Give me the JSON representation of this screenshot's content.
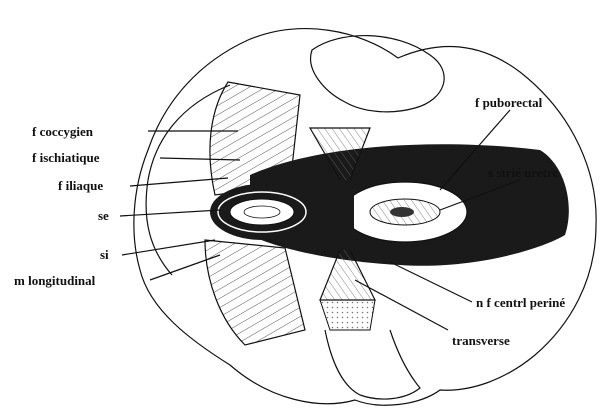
{
  "labels": {
    "coccygien": "f  coccygien",
    "ischiatique": "f ischiatique",
    "iliaque": "f iliaque",
    "se": "se",
    "si": "si",
    "longitudinal": "m longitudinal",
    "puborectal": "f puborectal",
    "strie_uretre": "s strié uretre",
    "centrl_perine": "n f centrl periné",
    "transverse": "transverse"
  },
  "colors": {
    "ink": "#111111",
    "dark": "#1a1a1a",
    "hatch": "#555555",
    "paper": "#ffffff"
  }
}
